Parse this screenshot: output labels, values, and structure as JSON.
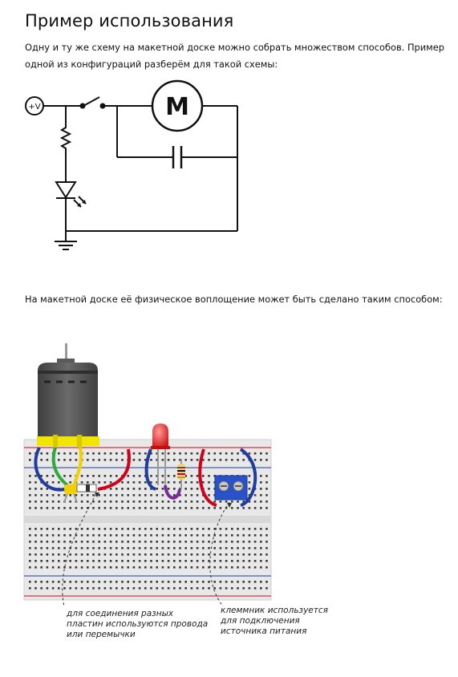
{
  "heading": "Пример использования",
  "intro": "Одну и ту же схему на макетной доске можно собрать множеством способов. Пример одной из конфигураций разберём для такой схемы:",
  "schematic": {
    "power_label": "+V",
    "motor_label": "M"
  },
  "breadboard_intro": "На макетной доске её физическое воплощение может быть сделано таким способом:",
  "captions": {
    "wires": "для соединения разных пластин используются провода или перемычки",
    "terminal": "клеммник используется для подключения источника питания"
  },
  "colors": {
    "wire_red": "#d0021b",
    "wire_blue": "#1f3c9e",
    "wire_green": "#2faa3a",
    "wire_yellow": "#f2d000",
    "motor_body": "#555555",
    "led_red": "#e53030",
    "terminal_blue": "#2a52c8",
    "breadboard": "#e8e8e8"
  }
}
